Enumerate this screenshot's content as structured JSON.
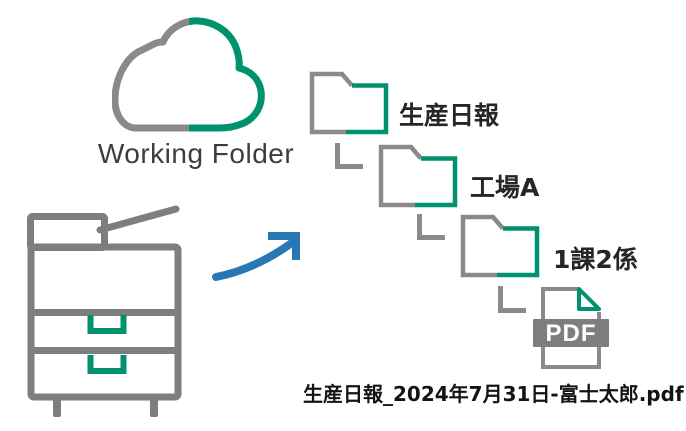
{
  "cloud": {
    "label": "Working Folder"
  },
  "folder_tree": {
    "folders": [
      {
        "label": "生産日報"
      },
      {
        "label": "工場A"
      },
      {
        "label": "1課2係"
      }
    ],
    "file_badge": "PDF"
  },
  "output_filename": "生産日報_2024年7月31日-富士太郎.pdf",
  "colors": {
    "teal": "#00926E",
    "icon_gray": "#8A8A8A",
    "printer_gray": "#7E7E7E",
    "arrow_blue": "#2878B6",
    "banner_gray": "#7E7E7E",
    "folder_label_color": "#262626",
    "cloud_label_color": "#3D3D3D",
    "filename_color": "#141414"
  },
  "icons": {
    "cloud": "cloud-icon",
    "printer": "multifunction-printer-icon",
    "arrow": "upload-arrow-icon",
    "folder": "folder-icon",
    "pdf": "pdf-file-icon"
  }
}
